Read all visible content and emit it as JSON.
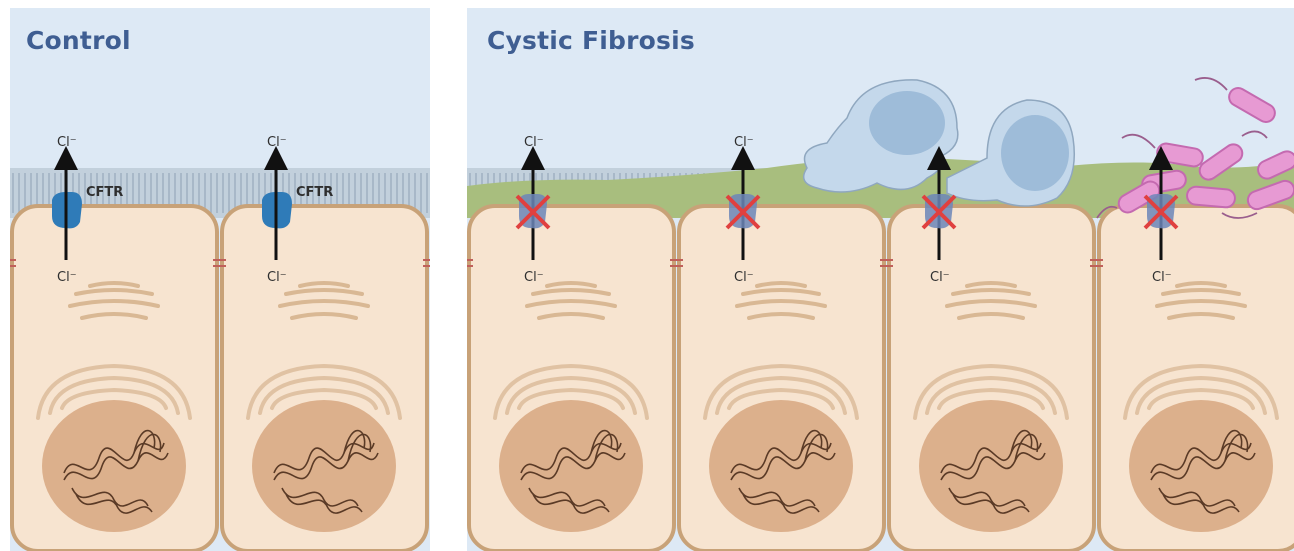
{
  "panels": {
    "control": {
      "title": "Control",
      "cell_count": 2
    },
    "cystic_fibrosis": {
      "title": "Cystic Fibrosis",
      "cell_count": 4
    }
  },
  "labels": {
    "chloride_ion": "Cl⁻",
    "channel": "CFTR"
  },
  "colors": {
    "lumen": "#dde9f5",
    "cilia": "#b9c8d5",
    "mucus": "#a8be7e",
    "cell_fill": "#f7e4d0",
    "cell_border": "#c8a278",
    "nucleus": "#dcb08c",
    "cftr_channel": "#2f7bb8",
    "blocked_cross": "#e0403f",
    "bacteria": "#e79ad3",
    "immune_cell": "#c4d8eb",
    "title": "#3f5e92"
  },
  "icons": [
    "cftr-channel-icon",
    "blocked-channel-icon",
    "bacteria-icon",
    "immune-cell-icon",
    "chloride-arrow-icon"
  ]
}
